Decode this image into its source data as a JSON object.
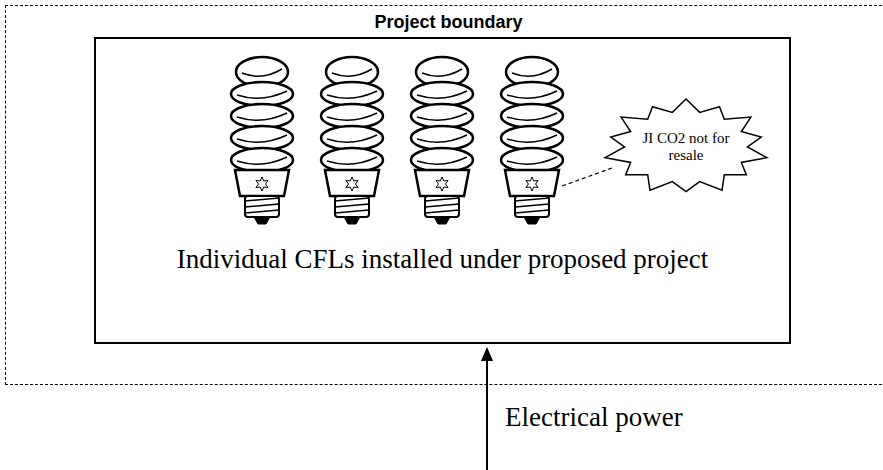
{
  "diagram": {
    "nodes": [
      {
        "text": [
          "Project boundary"
        ]
      },
      {
        "text": [
          "Individual CFLs installed under proposed project"
        ],
        "in": 0
      },
      {
        "text": [
          "JI CO2 not for resale"
        ],
        "in": 1
      }
    ],
    "labels": [
      "Electrical power"
    ]
  }
}
